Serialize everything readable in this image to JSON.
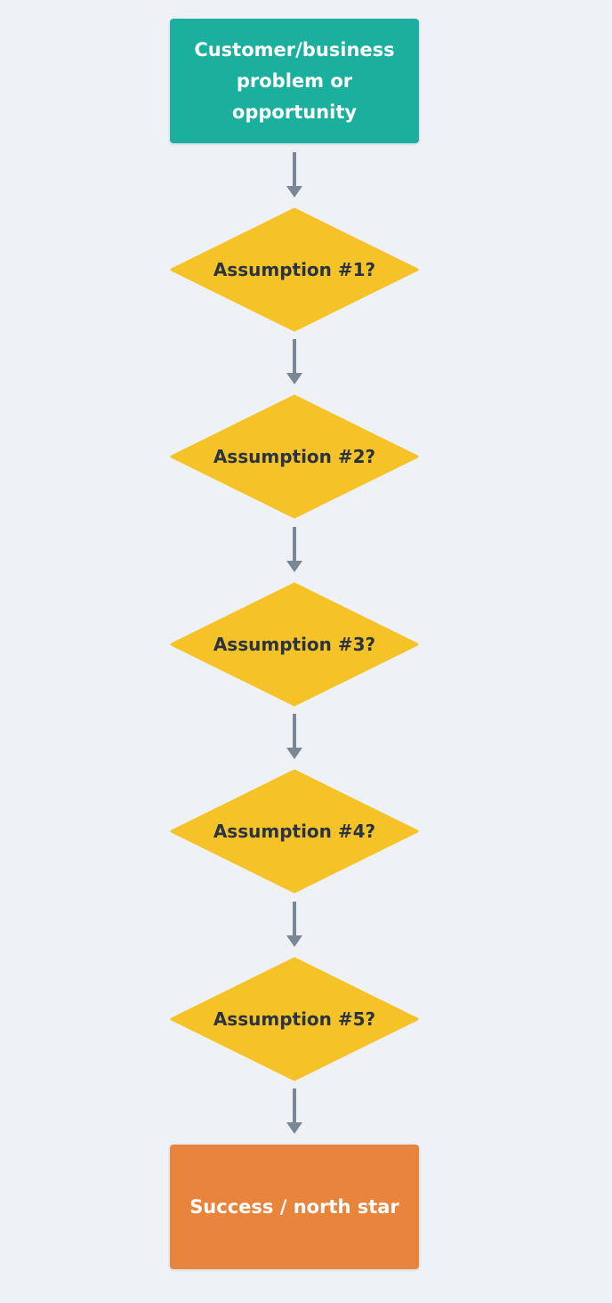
{
  "colors": {
    "background": "#eef2f6",
    "start_box": "#1bb09e",
    "decision": "#f5c228",
    "end_box": "#e8843b",
    "arrow": "#7a8795",
    "decision_text": "#2a3440",
    "box_text": "#ffffff"
  },
  "flow": {
    "start": {
      "label": "Customer/business problem or opportunity"
    },
    "decisions": [
      {
        "label": "Assumption #1?"
      },
      {
        "label": "Assumption #2?"
      },
      {
        "label": "Assumption #3?"
      },
      {
        "label": "Assumption #4?"
      },
      {
        "label": "Assumption #5?"
      }
    ],
    "end": {
      "label": "Success / north star"
    }
  }
}
